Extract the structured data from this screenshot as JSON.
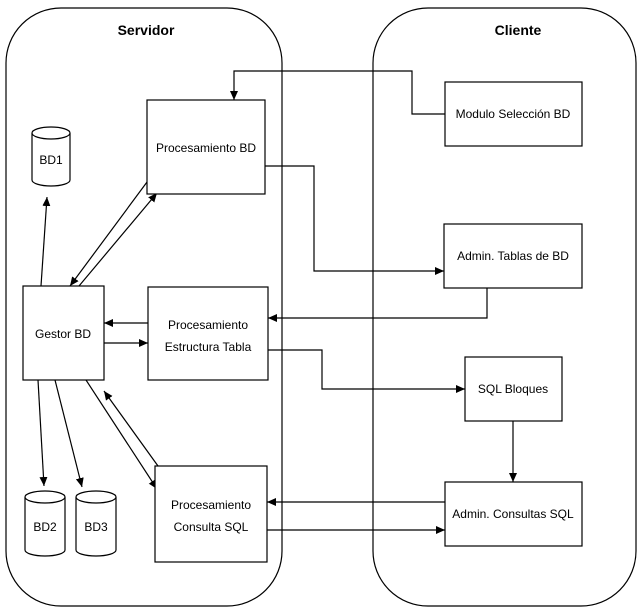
{
  "lanes": {
    "servidor": "Servidor",
    "cliente": "Cliente"
  },
  "nodes": {
    "procesamiento_bd": "Procesamiento BD",
    "gestor_bd": "Gestor BD",
    "procesamiento_tabla": [
      "Procesamiento",
      "Estructura Tabla"
    ],
    "procesamiento_sql": [
      "Procesamiento",
      "Consulta SQL"
    ],
    "modulo_seleccion": "Modulo Selección BD",
    "admin_tablas": "Admin. Tablas de BD",
    "sql_bloques": "SQL Bloques",
    "admin_consultas": "Admin. Consultas SQL"
  },
  "databases": {
    "bd1": "BD1",
    "bd2": "BD2",
    "bd3": "BD3"
  },
  "edges": [
    {
      "from": "modulo_seleccion",
      "to": "procesamiento_bd"
    },
    {
      "from": "procesamiento_bd",
      "to": "admin_tablas"
    },
    {
      "from": "admin_tablas",
      "to": "procesamiento_tabla"
    },
    {
      "from": "procesamiento_tabla",
      "to": "sql_bloques"
    },
    {
      "from": "sql_bloques",
      "to": "admin_consultas"
    },
    {
      "from": "admin_consultas",
      "to": "procesamiento_sql"
    },
    {
      "from": "procesamiento_sql",
      "to": "admin_consultas"
    },
    {
      "from": "procesamiento_bd",
      "to": "gestor_bd"
    },
    {
      "from": "gestor_bd",
      "to": "procesamiento_bd"
    },
    {
      "from": "procesamiento_tabla",
      "to": "gestor_bd"
    },
    {
      "from": "gestor_bd",
      "to": "procesamiento_tabla"
    },
    {
      "from": "procesamiento_sql",
      "to": "gestor_bd"
    },
    {
      "from": "gestor_bd",
      "to": "procesamiento_sql"
    },
    {
      "from": "gestor_bd",
      "to": "bd1"
    },
    {
      "from": "gestor_bd",
      "to": "bd2"
    },
    {
      "from": "gestor_bd",
      "to": "bd3"
    }
  ]
}
